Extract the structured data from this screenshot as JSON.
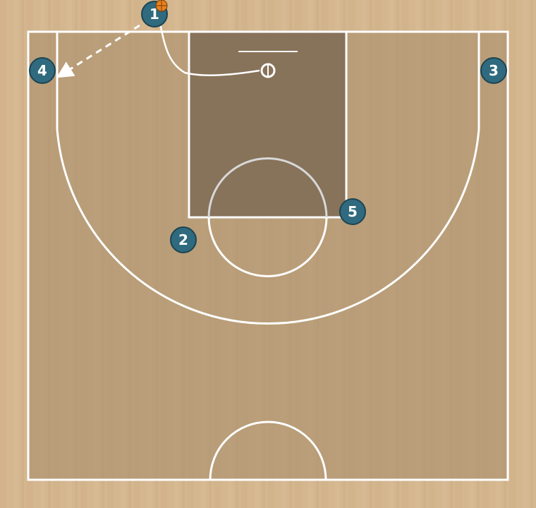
{
  "colors": {
    "floor": "#d4b68f",
    "court": "#b09572",
    "paint": "#7e6b55",
    "lines": "#ffffff",
    "player": "#2f6a7e",
    "player_ring": "#1d4452",
    "ball": "#e8821e"
  },
  "players": [
    {
      "label": "1",
      "has_ball": true
    },
    {
      "label": "2",
      "has_ball": false
    },
    {
      "label": "3",
      "has_ball": false
    },
    {
      "label": "4",
      "has_ball": false
    },
    {
      "label": "5",
      "has_ball": false
    }
  ],
  "actions": [
    {
      "type": "pass",
      "from": "1",
      "to": "4",
      "style": "dashed-arrow"
    },
    {
      "type": "cut",
      "from": "1",
      "to": "basket",
      "style": "solid-curve"
    }
  ],
  "icons": {
    "ball": "basketball-icon",
    "basket": "hoop-icon"
  }
}
